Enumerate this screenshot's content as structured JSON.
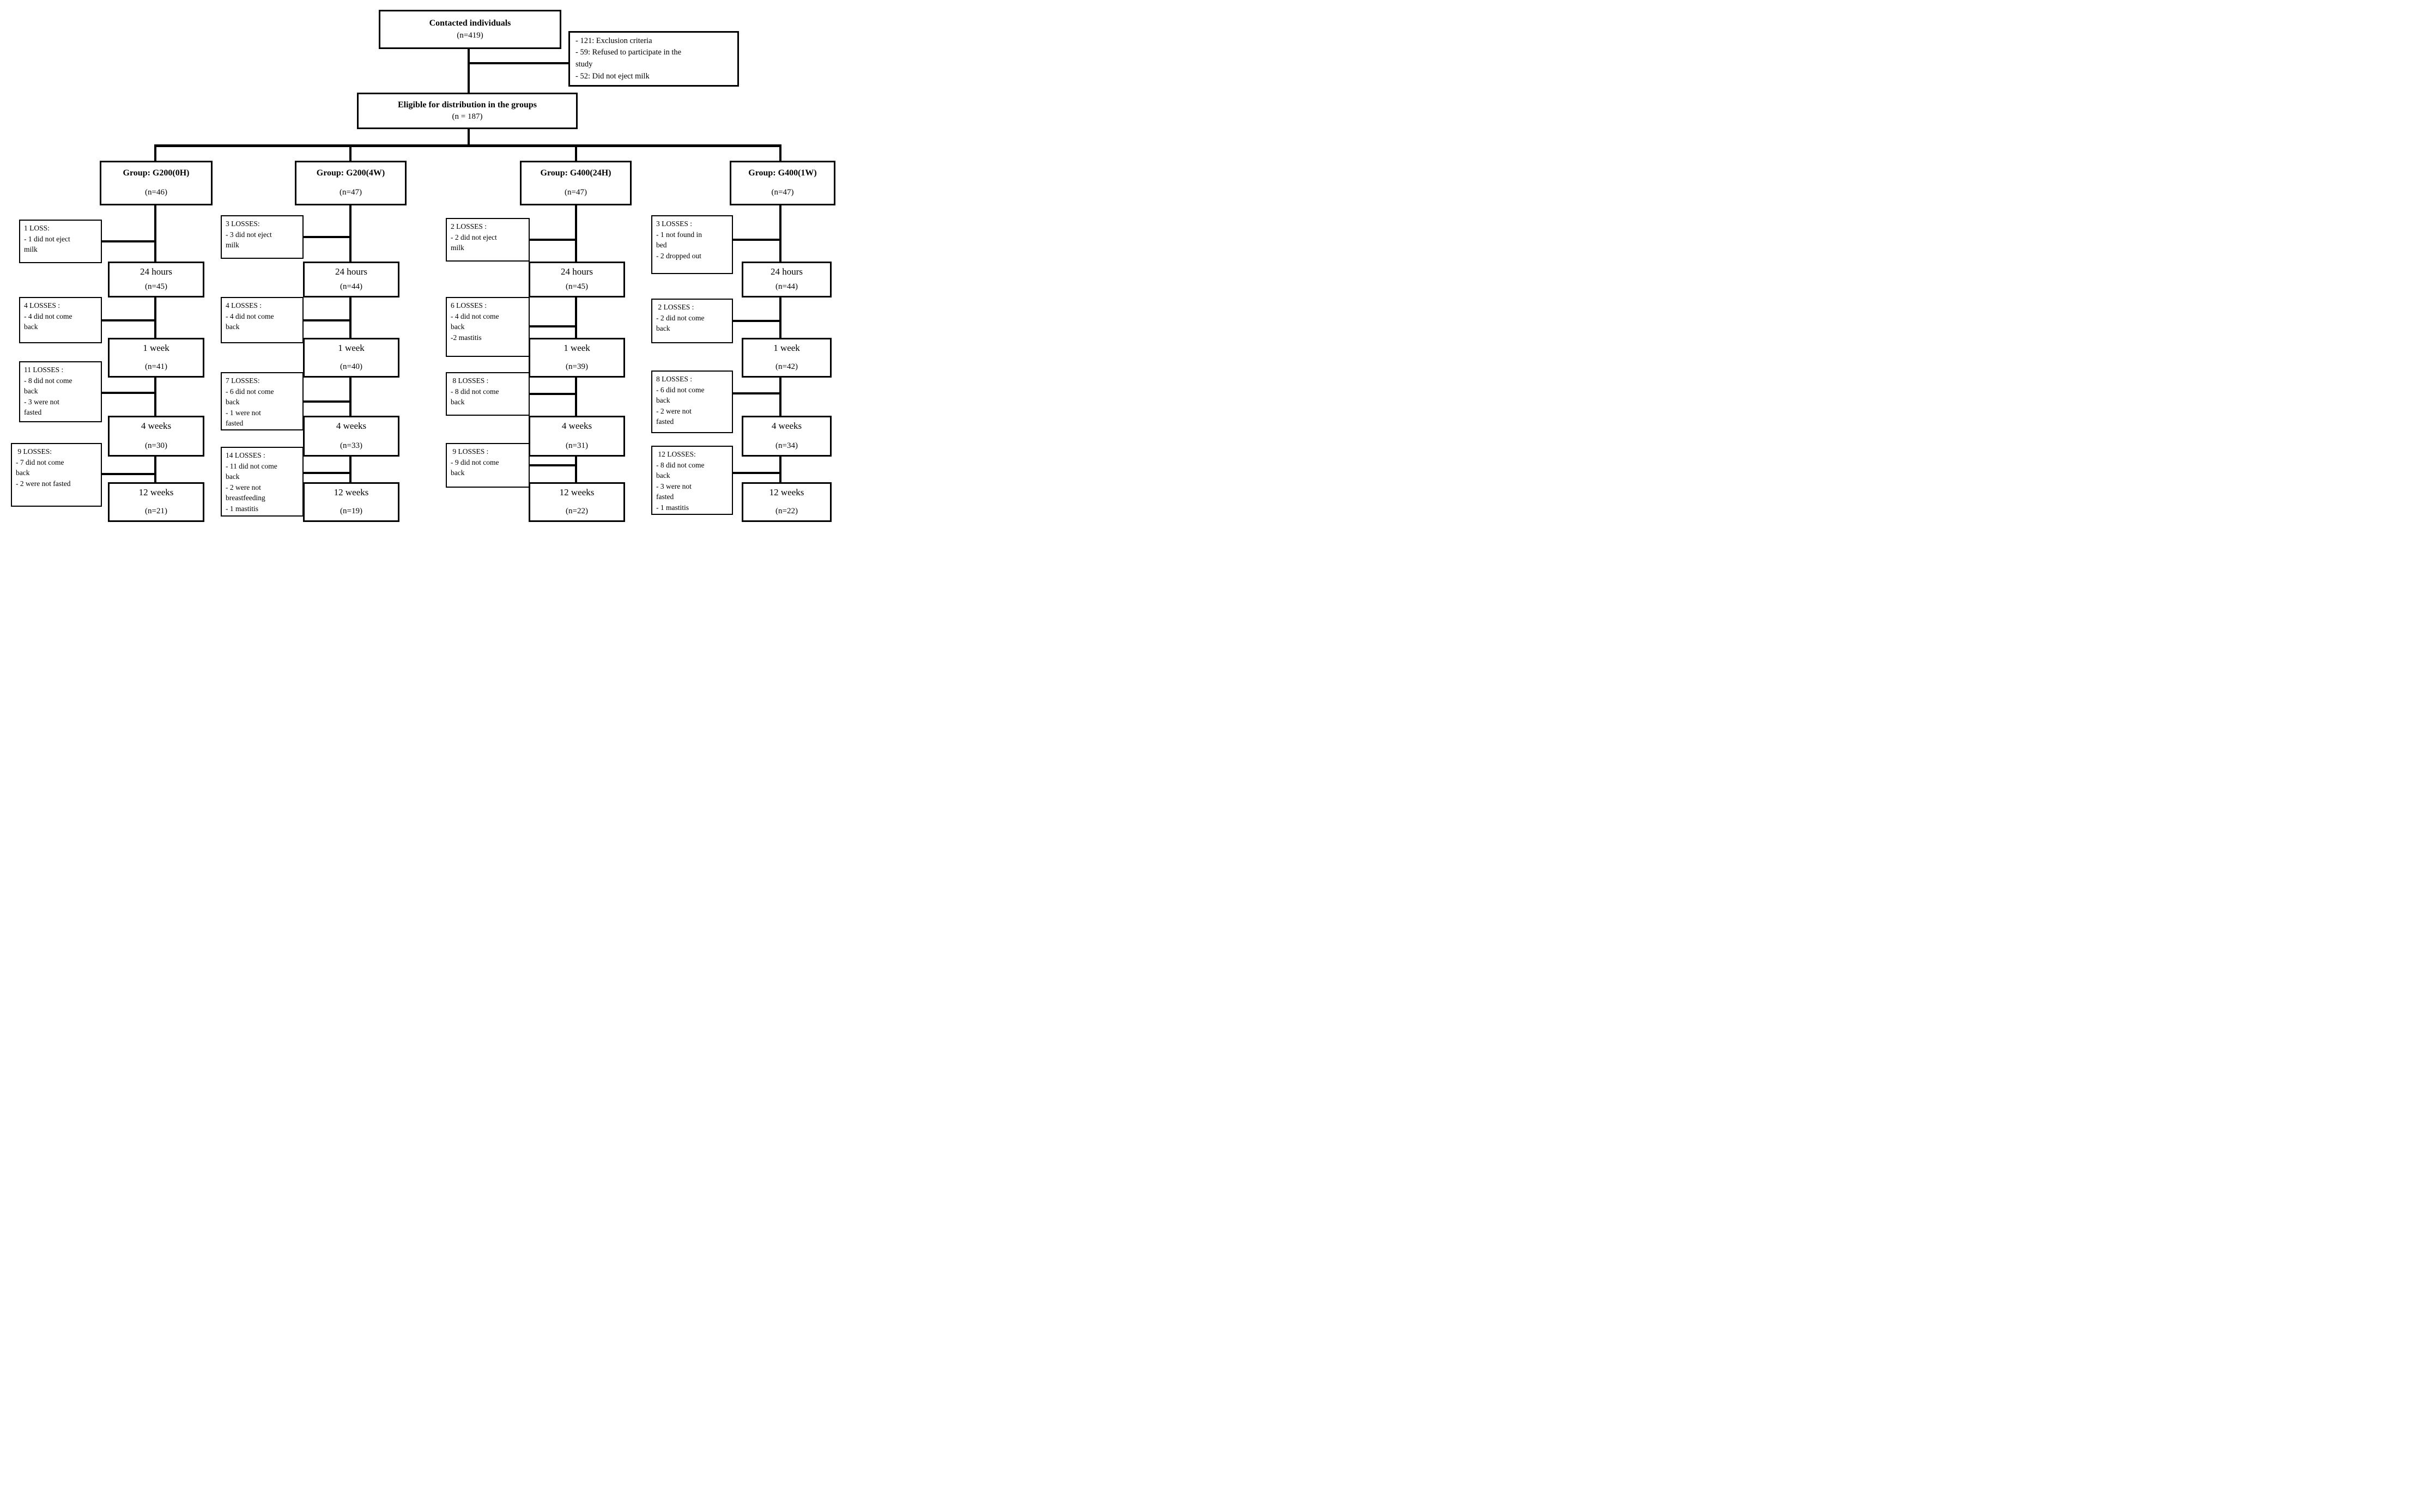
{
  "diagram": {
    "contacted": {
      "title": "Contacted individuals",
      "n": "(n=419)"
    },
    "exclusions": {
      "text": "- 121: Exclusion criteria\n- 59: Refused to participate in the\nstudy\n- 52: Did not eject milk"
    },
    "eligible": {
      "title": "Eligible for distribution in the groups",
      "n": "(n = 187)"
    },
    "columns": [
      {
        "group": {
          "title": "Group: G200(0H)",
          "n": "(n=46)"
        },
        "losses": [
          {
            "text": "1 LOSS:\n- 1 did not eject\nmilk"
          },
          {
            "text": "4 LOSSES :\n- 4 did not come\nback"
          },
          {
            "text": "11 LOSSES :\n- 8 did not come\nback\n- 3 were not\nfasted"
          },
          {
            "text": " 9 LOSSES:\n- 7 did not come\nback\n- 2 were not fasted"
          }
        ],
        "stages": [
          {
            "label": "24 hours",
            "n": "(n=45)"
          },
          {
            "label": "1 week",
            "n": "(n=41)"
          },
          {
            "label": "4 weeks",
            "n": "(n=30)"
          },
          {
            "label": "12 weeks",
            "n": "(n=21)"
          }
        ]
      },
      {
        "group": {
          "title": "Group: G200(4W)",
          "n": "(n=47)"
        },
        "losses": [
          {
            "text": "3 LOSSES:\n- 3 did not eject\nmilk"
          },
          {
            "text": "4 LOSSES :\n- 4 did not come\nback"
          },
          {
            "text": "7 LOSSES:\n- 6 did not come\nback\n- 1 were not\nfasted"
          },
          {
            "text": "14 LOSSES :\n- 11 did not come\nback\n- 2 were not\nbreastfeeding\n- 1 mastitis"
          }
        ],
        "stages": [
          {
            "label": "24 hours",
            "n": "(n=44)"
          },
          {
            "label": "1 week",
            "n": "(n=40)"
          },
          {
            "label": "4 weeks",
            "n": "(n=33)"
          },
          {
            "label": "12 weeks",
            "n": "(n=19)"
          }
        ]
      },
      {
        "group": {
          "title": "Group: G400(24H)",
          "n": "(n=47)"
        },
        "losses": [
          {
            "text": "2 LOSSES :\n- 2 did not eject\nmilk"
          },
          {
            "text": "6 LOSSES :\n- 4 did not come\nback\n-2 mastitis"
          },
          {
            "text": " 8 LOSSES :\n- 8 did not come\nback"
          },
          {
            "text": " 9 LOSSES :\n- 9 did not come\nback"
          }
        ],
        "stages": [
          {
            "label": "24 hours",
            "n": "(n=45)"
          },
          {
            "label": "1 week",
            "n": "(n=39)"
          },
          {
            "label": "4 weeks",
            "n": "(n=31)"
          },
          {
            "label": "12 weeks",
            "n": "(n=22)"
          }
        ]
      },
      {
        "group": {
          "title": "Group: G400(1W)",
          "n": "(n=47)"
        },
        "losses": [
          {
            "text": "3 LOSSES :\n- 1 not found in\nbed\n- 2 dropped out"
          },
          {
            "text": " 2 LOSSES :\n- 2 did not come\nback"
          },
          {
            "text": "8 LOSSES :\n- 6 did not come\nback\n- 2 were not\nfasted"
          },
          {
            "text": " 12 LOSSES:\n- 8 did not come\nback\n- 3 were not\nfasted\n- 1 mastitis"
          }
        ],
        "stages": [
          {
            "label": "24 hours",
            "n": "(n=44)"
          },
          {
            "label": "1 week",
            "n": "(n=42)"
          },
          {
            "label": "4 weeks",
            "n": "(n=34)"
          },
          {
            "label": "12 weeks",
            "n": "(n=22)"
          }
        ]
      }
    ]
  }
}
